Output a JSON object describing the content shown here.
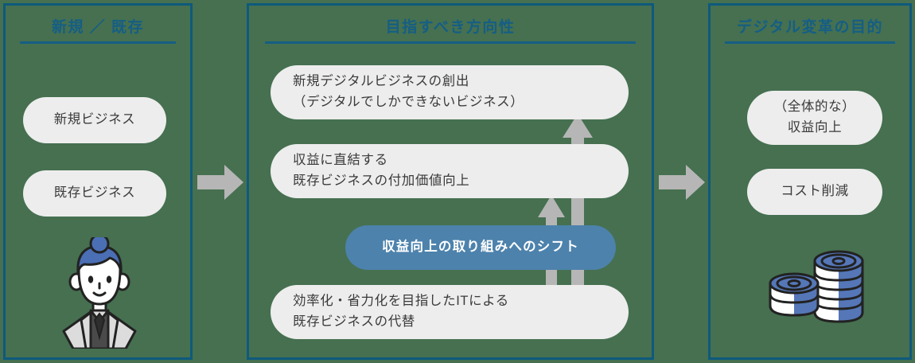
{
  "diagram": {
    "background_color": "#467050",
    "accent_color": "#155E85",
    "pill_color": "#EDEDED",
    "highlight_color": "#4D82AC",
    "arrow_color": "#B6B6B6"
  },
  "panels": {
    "left": {
      "title": "新規 ／ 既存",
      "items": [
        {
          "label": "新規ビジネス"
        },
        {
          "label": "既存ビジネス"
        }
      ],
      "icon": "person-scientist-icon"
    },
    "middle": {
      "title": "目指すべき方向性",
      "items": [
        {
          "label": "新規デジタルビジネスの創出\n（デジタルでしかできないビジネス）"
        },
        {
          "label": "収益に直結する\n既存ビジネスの付加価値向上"
        },
        {
          "label": "収益向上の取り組みへのシフト"
        },
        {
          "label": "効率化・省力化を目指したITによる\n既存ビジネスの代替"
        }
      ]
    },
    "right": {
      "title": "デジタル変革の目的",
      "items": [
        {
          "label": "（全体的な）\n収益向上"
        },
        {
          "label": "コスト削減"
        }
      ],
      "icon": "coin-stacks-icon"
    }
  },
  "arrows": {
    "left_to_middle": "arrow-right-icon",
    "middle_to_right": "arrow-right-icon",
    "short_up": "arrow-up-icon",
    "tall_up": "arrow-up-icon"
  }
}
